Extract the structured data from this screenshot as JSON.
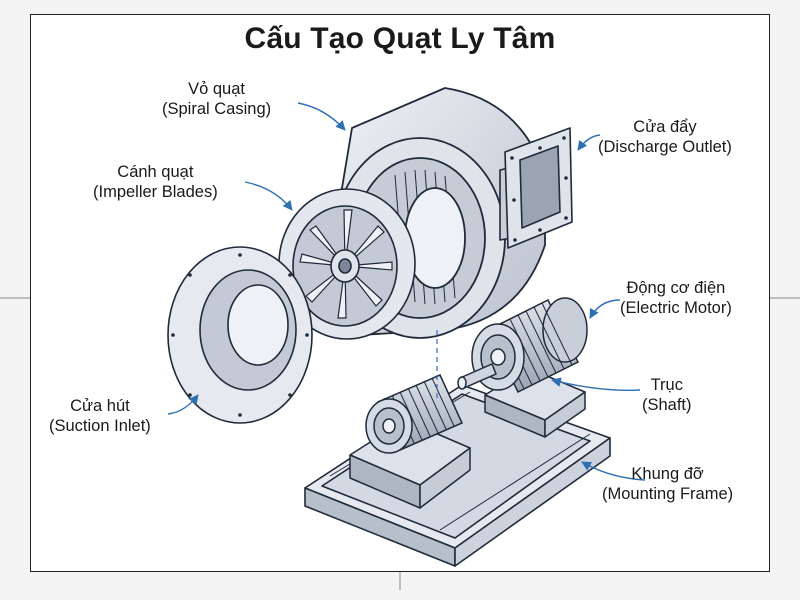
{
  "title": "Cấu Tạo Quạt Ly Tâm",
  "labels": {
    "casing": {
      "vi": "Vỏ quạt",
      "en": "(Spiral Casing)"
    },
    "impeller": {
      "vi": "Cánh quạt",
      "en": "(Impeller Blades)"
    },
    "outlet": {
      "vi": "Cửa đẩy",
      "en": "(Discharge Outlet)"
    },
    "motor": {
      "vi": "Động cơ điện",
      "en": "(Electric Motor)"
    },
    "inlet": {
      "vi": "Cửa hút",
      "en": "(Suction Inlet)"
    },
    "shaft": {
      "vi": "Trục",
      "en": "(Shaft)"
    },
    "frame": {
      "vi": "Khung đỡ",
      "en": "(Mounting Frame)"
    }
  },
  "colors": {
    "outline": "#1f2a3a",
    "fill_light": "#e3e8ef",
    "fill_mid": "#c3cad6",
    "fill_dark": "#7d8797",
    "leader": "#2f6fb3"
  }
}
